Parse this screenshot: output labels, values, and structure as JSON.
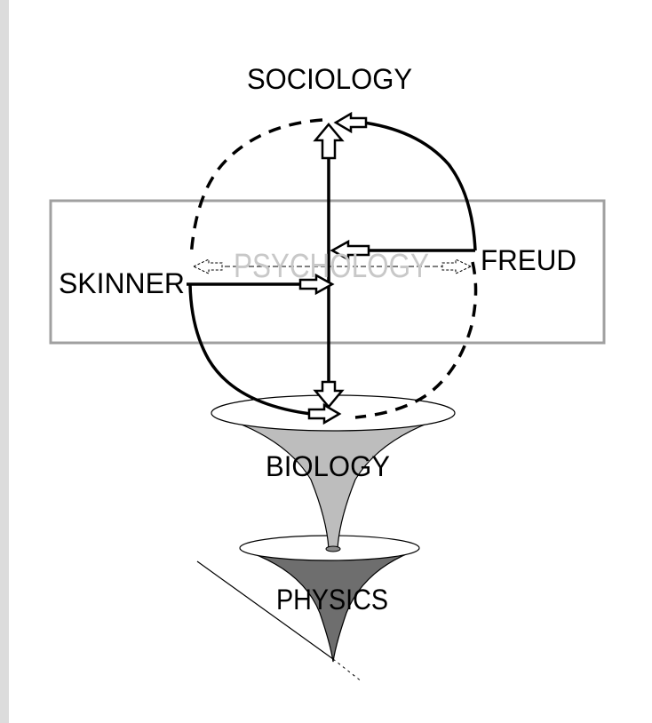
{
  "diagram": {
    "labels": {
      "sociology": "SOCIOLOGY",
      "psychology": "PSYCHOLOGY",
      "skinner": "SKINNER",
      "freud": "FREUD",
      "biology": "BIOLOGY",
      "physics": "PHYSICS"
    },
    "colors": {
      "background": "#dcdcdc",
      "page": "#ffffff",
      "line": "#000000",
      "psychology_box": "#a0a0a0",
      "psychology_text": "#c8c8c8",
      "biology_funnel": "#bdbdbd",
      "physics_funnel": "#6e6e6e"
    }
  }
}
